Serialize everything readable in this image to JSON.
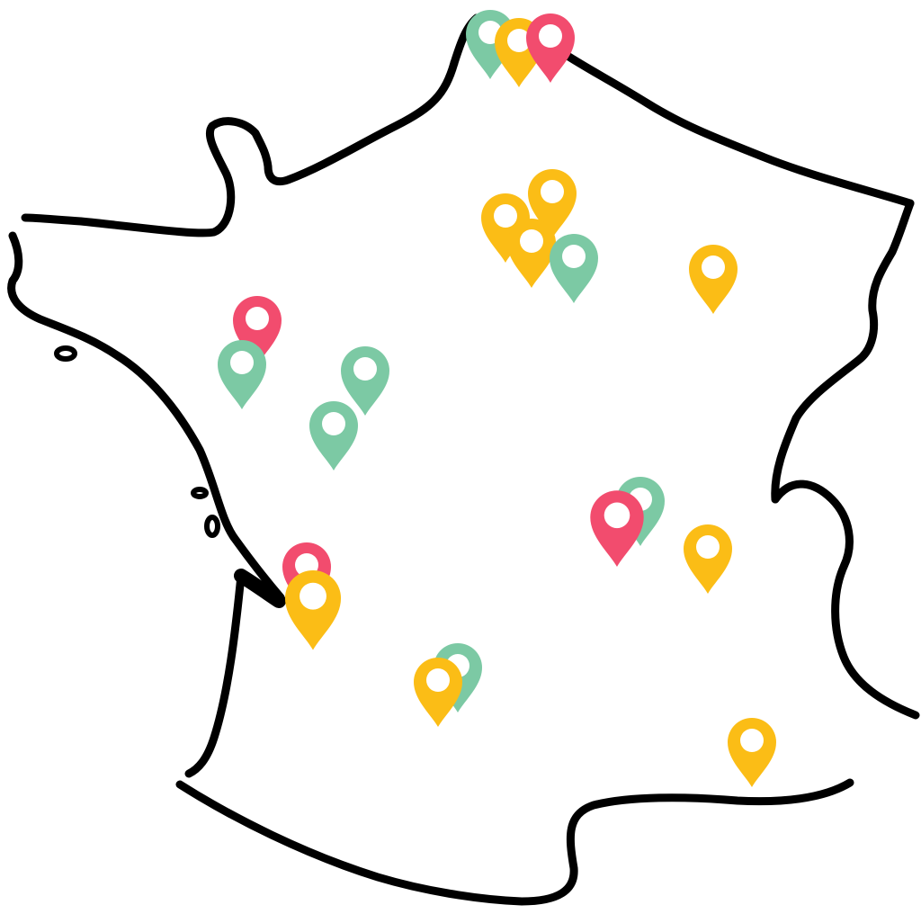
{
  "map": {
    "region": "France",
    "outline_color": "#000000",
    "background_color": "#ffffff",
    "marker_icon": "map-pin-icon",
    "colors": {
      "green": "#7cc9a4",
      "yellow": "#fbbd16",
      "red": "#f24c6e"
    },
    "markers": [
      {
        "color": "green"
      },
      {
        "color": "yellow"
      },
      {
        "color": "red"
      },
      {
        "color": "yellow"
      },
      {
        "color": "yellow"
      },
      {
        "color": "yellow"
      },
      {
        "color": "green"
      },
      {
        "color": "yellow"
      },
      {
        "color": "red"
      },
      {
        "color": "green"
      },
      {
        "color": "green"
      },
      {
        "color": "green"
      },
      {
        "color": "green"
      },
      {
        "color": "red"
      },
      {
        "color": "yellow"
      },
      {
        "color": "red"
      },
      {
        "color": "yellow"
      },
      {
        "color": "green"
      },
      {
        "color": "yellow"
      },
      {
        "color": "yellow"
      }
    ]
  }
}
